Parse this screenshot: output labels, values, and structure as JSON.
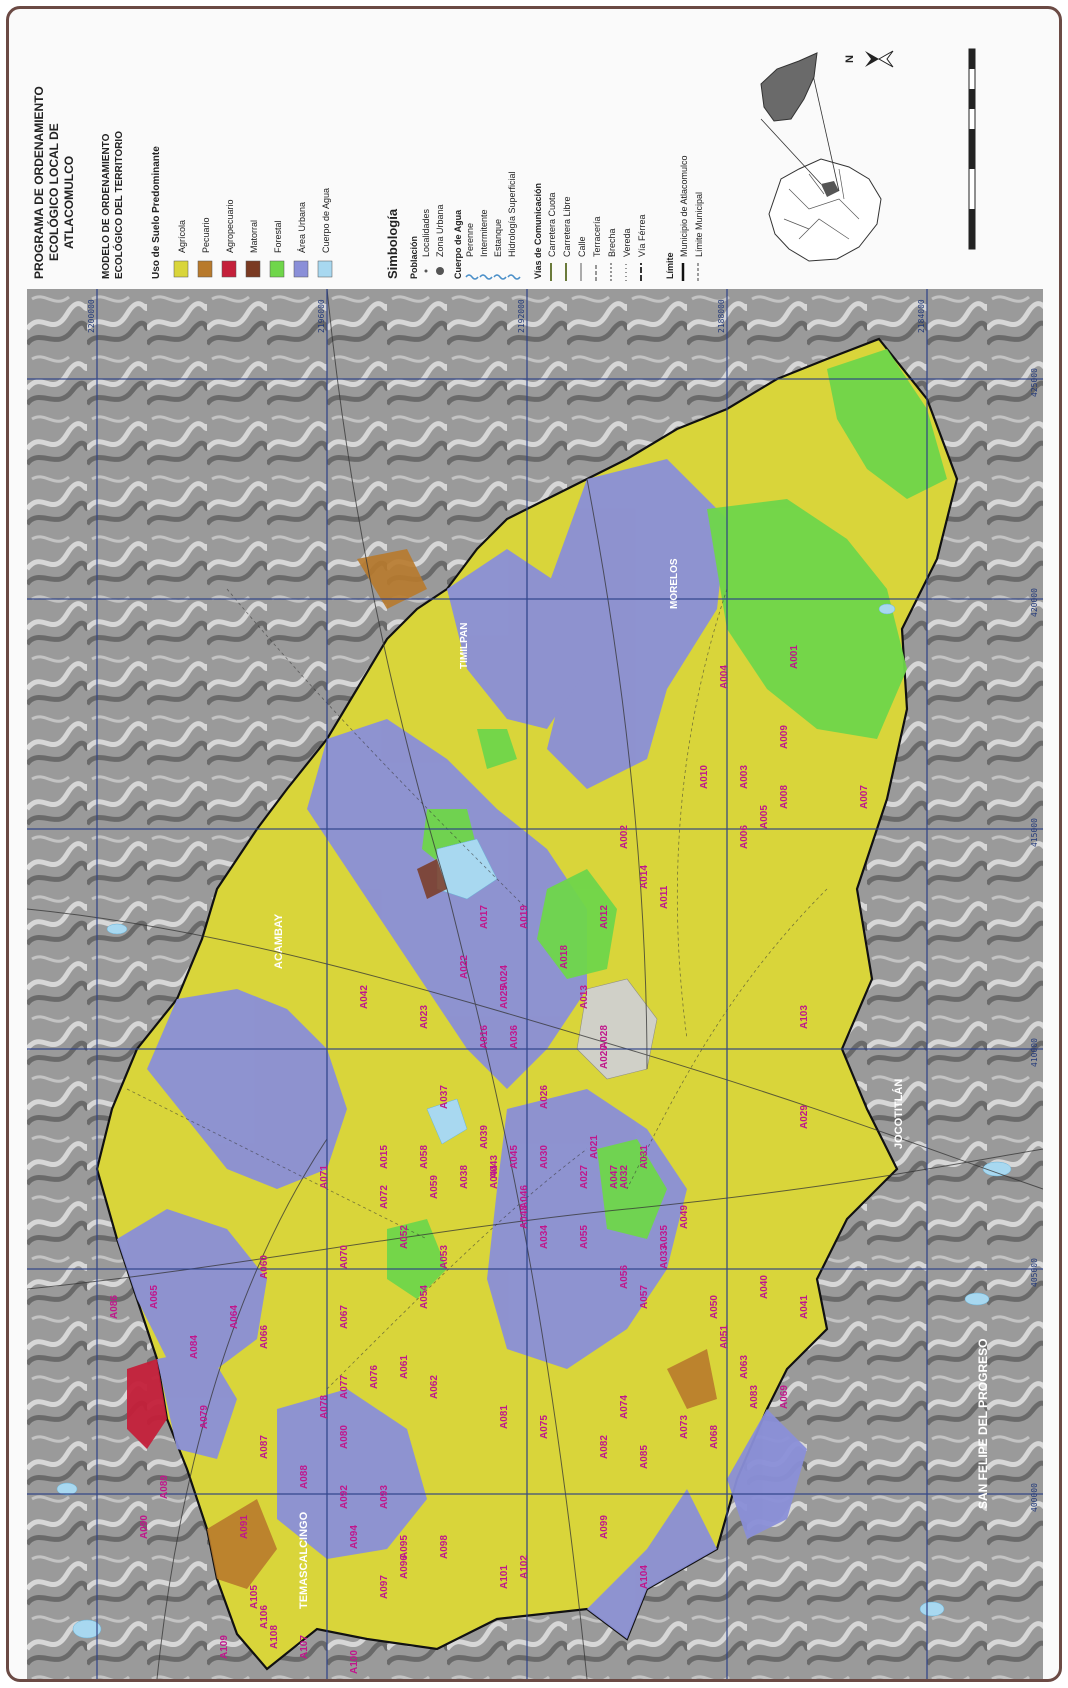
{
  "title": {
    "line1": "PROGRAMA DE ORDENAMIENTO",
    "line2": "ECOLÓGICO LOCAL DE",
    "line3": "ATLACOMULCO"
  },
  "subtitle": {
    "line1": "MODELO DE ORDENAMIENTO",
    "line2": "ECOLÓGICO DEL TERRITORIO"
  },
  "land_use": {
    "heading": "Uso de Suelo Predominante",
    "items": [
      {
        "label": "Agrícola",
        "color": "#d9d53a"
      },
      {
        "label": "Pecuario",
        "color": "#b87a2c"
      },
      {
        "label": "Agropecuario",
        "color": "#c4203a"
      },
      {
        "label": "Matorral",
        "color": "#7a3a22"
      },
      {
        "label": "Forestal",
        "color": "#6fd64a"
      },
      {
        "label": "Área Urbana",
        "color": "#8a8fd8"
      },
      {
        "label": "Cuerpo de Agua",
        "color": "#a8d8f0"
      }
    ]
  },
  "symbology": {
    "heading": "Simbología",
    "population": {
      "heading": "Población",
      "items": [
        "Localidades",
        "Zona Urbana"
      ]
    },
    "water": {
      "heading": "Cuerpo de Agua",
      "items": [
        "Perenne",
        "Intermitente",
        "Estanque",
        "Hidrología Superficial"
      ]
    },
    "roads": {
      "heading": "Vías de Comunicación",
      "items": [
        "Carretera Cuota",
        "Carretera Libre",
        "Calle",
        "Terracería",
        "Brecha",
        "Vereda",
        "Vía Férrea"
      ]
    },
    "limits": {
      "heading": "Límite",
      "items": [
        "Municipio de Atlacomulco",
        "Límite Municipal"
      ]
    }
  },
  "coordinates": {
    "northing": [
      "2200000",
      "2196000",
      "2192000",
      "2188000",
      "2184000"
    ],
    "easting": [
      "425000",
      "420000",
      "415000",
      "410000",
      "405000",
      "400000"
    ]
  },
  "neighbors": [
    "ACAMBAY",
    "TEMASCALCINGO",
    "JOCOTITLÁN",
    "SAN FELIPE DEL PROGRESO",
    "MORELOS",
    "TIMILPAN"
  ],
  "units": [
    "A001",
    "A002",
    "A003",
    "A004",
    "A005",
    "A006",
    "A007",
    "A008",
    "A009",
    "A010",
    "A011",
    "A012",
    "A013",
    "A014",
    "A015",
    "A016",
    "A017",
    "A018",
    "A019",
    "A020",
    "A021",
    "A022",
    "A023",
    "A024",
    "A025",
    "A026",
    "A027",
    "A028",
    "A029",
    "A030",
    "A031",
    "A032",
    "A033",
    "A034",
    "A035",
    "A036",
    "A037",
    "A038",
    "A039",
    "A040",
    "A041",
    "A042",
    "A043",
    "A044",
    "A045",
    "A046",
    "A047",
    "A048",
    "A049",
    "A050",
    "A051",
    "A052",
    "A053",
    "A054",
    "A055",
    "A056",
    "A057",
    "A058",
    "A059",
    "A060",
    "A061",
    "A062",
    "A063",
    "A064",
    "A065",
    "A066",
    "A067",
    "A068",
    "A069",
    "A070",
    "A071",
    "A072",
    "A073",
    "A074",
    "A075",
    "A076",
    "A077",
    "A078",
    "A079",
    "A080",
    "A081",
    "A082",
    "A083",
    "A084",
    "A085",
    "A086",
    "A087",
    "A088",
    "A089",
    "A090",
    "A091",
    "A092",
    "A093",
    "A094",
    "A095",
    "A096",
    "A097",
    "A098",
    "A099",
    "A100",
    "A101",
    "A102",
    "A103",
    "A104",
    "A105",
    "A106",
    "A107",
    "A108",
    "A109"
  ],
  "colors": {
    "frame": "#6b4a44",
    "grid": "#2a3f86",
    "boundary": "#111111"
  }
}
